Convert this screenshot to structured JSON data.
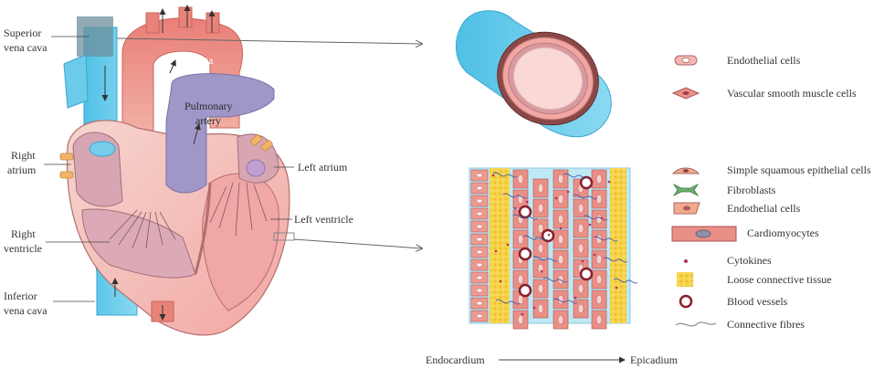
{
  "heart_labels": {
    "superior_vena_cava_1": "Superior",
    "superior_vena_cava_2": "vena cava",
    "aorta": "Aorta",
    "pulmonary_artery_1": "Pulmonary",
    "pulmonary_artery_2": "artery",
    "right_atrium_1": "Right",
    "right_atrium_2": "atrium",
    "left_atrium": "Left atrium",
    "right_ventricle_1": "Right",
    "right_ventricle_2": "ventricle",
    "left_ventricle": "Left ventricle",
    "inferior_vena_cava_1": "Inferior",
    "inferior_vena_cava_2": "vena cava"
  },
  "vessel_legend": [
    {
      "label": "Endothelial cells",
      "icon": "endothelial-cell-icon"
    },
    {
      "label": "Vascular smooth muscle cells",
      "icon": "smooth-muscle-cell-icon"
    }
  ],
  "heart_wall_legend": [
    {
      "label": "Simple squamous epithelial cells",
      "icon": "squamous-cell-icon"
    },
    {
      "label": "Fibroblasts",
      "icon": "fibroblast-icon"
    },
    {
      "label": "Endothelial cells",
      "icon": "endothelial-cell-icon"
    },
    {
      "label": "Cardiomyocytes",
      "icon": "cardiomyocyte-icon"
    },
    {
      "label": "Cytokines",
      "icon": "cytokine-icon"
    },
    {
      "label": "Loose connective tissue",
      "icon": "loose-tissue-icon"
    },
    {
      "label": "Blood vessels",
      "icon": "blood-vessel-icon"
    },
    {
      "label": "Connective fibres",
      "icon": "fibre-icon"
    }
  ],
  "axis": {
    "start": "Endocardium",
    "end": "Epicadium"
  },
  "colors": {
    "blue_vessel": "#5ec8ea",
    "aorta": "#e8837a",
    "pulmonary": "#9c92c6",
    "chamber_pink": "#f2b8b4",
    "muscle": "#ea8f86",
    "yellow_tissue": "#f5c93a",
    "text": "#333333"
  }
}
